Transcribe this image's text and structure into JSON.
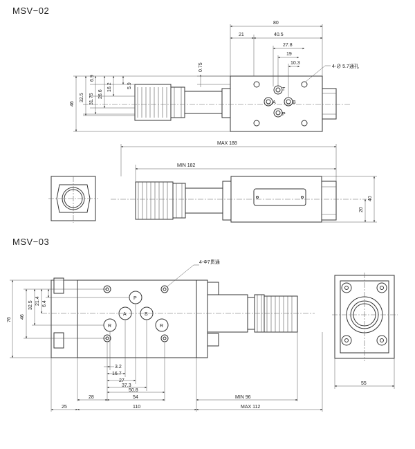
{
  "titles": {
    "msv02": "MSV−02",
    "msv03": "MSV−03"
  },
  "msv02": {
    "holes_note": "4-∅ 5.7通孔",
    "ports": {
      "t": "T",
      "a": "A",
      "b": "B",
      "p": "P"
    },
    "dims": {
      "width_80": "80",
      "d21": "21",
      "d40_5": "40.5",
      "d27_8": "27.8",
      "d19": "19",
      "d10_3": "10.3",
      "d0_75": "0.75",
      "d46": "46",
      "d32_5": "32.5",
      "d31_75": "31.75",
      "d26_6": "26.6",
      "d16_2": "16.2",
      "d5_9": "5.9",
      "d6_9": "6.9",
      "max188": "MAX  188",
      "min182": "MIN  182",
      "d20": "20",
      "d40": "40"
    }
  },
  "msv03": {
    "holes_note": "4-Φ7贯通",
    "ports": {
      "p": "P",
      "a": "A",
      "b": "B",
      "r_left": "R",
      "r_right": "R"
    },
    "dims": {
      "d76": "76",
      "d46": "46",
      "d32_5": "32.5",
      "d21_4": "21.4",
      "d6_4": "6.4",
      "d3_2": "3.2",
      "d16_7": "16.7",
      "d27": "27",
      "d37_3": "37.3",
      "d50_8": "50.8",
      "d28": "28",
      "d54": "54",
      "d25": "25",
      "d110": "110",
      "min96": "MIN  96",
      "max112": "MAX  112",
      "d55": "55"
    }
  }
}
